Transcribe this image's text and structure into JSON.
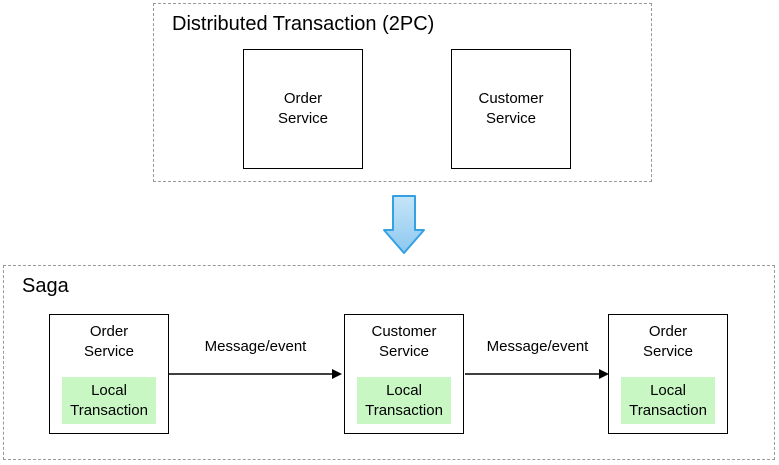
{
  "colors": {
    "dashed_border": "#999999",
    "box_border": "#000000",
    "green_fill": "#c8f7c4",
    "arrow_fill_top": "#c6e5f8",
    "arrow_fill_bottom": "#8cc8f0",
    "arrow_stroke": "#35a0e2",
    "flow_arrow_stroke": "#000000"
  },
  "two_pc": {
    "title": "Distributed Transaction (2PC)",
    "boxes": [
      {
        "label": "Order\nService"
      },
      {
        "label": "Customer\nService"
      }
    ]
  },
  "transform_arrow": {
    "icon": "down-arrow"
  },
  "saga": {
    "title": "Saga",
    "services": [
      {
        "label": "Order\nService",
        "inner": "Local\nTransaction"
      },
      {
        "label": "Customer\nService",
        "inner": "Local\nTransaction"
      },
      {
        "label": "Order\nService",
        "inner": "Local\nTransaction"
      }
    ],
    "arrows": [
      {
        "label": "Message/event"
      },
      {
        "label": "Message/event"
      }
    ]
  }
}
